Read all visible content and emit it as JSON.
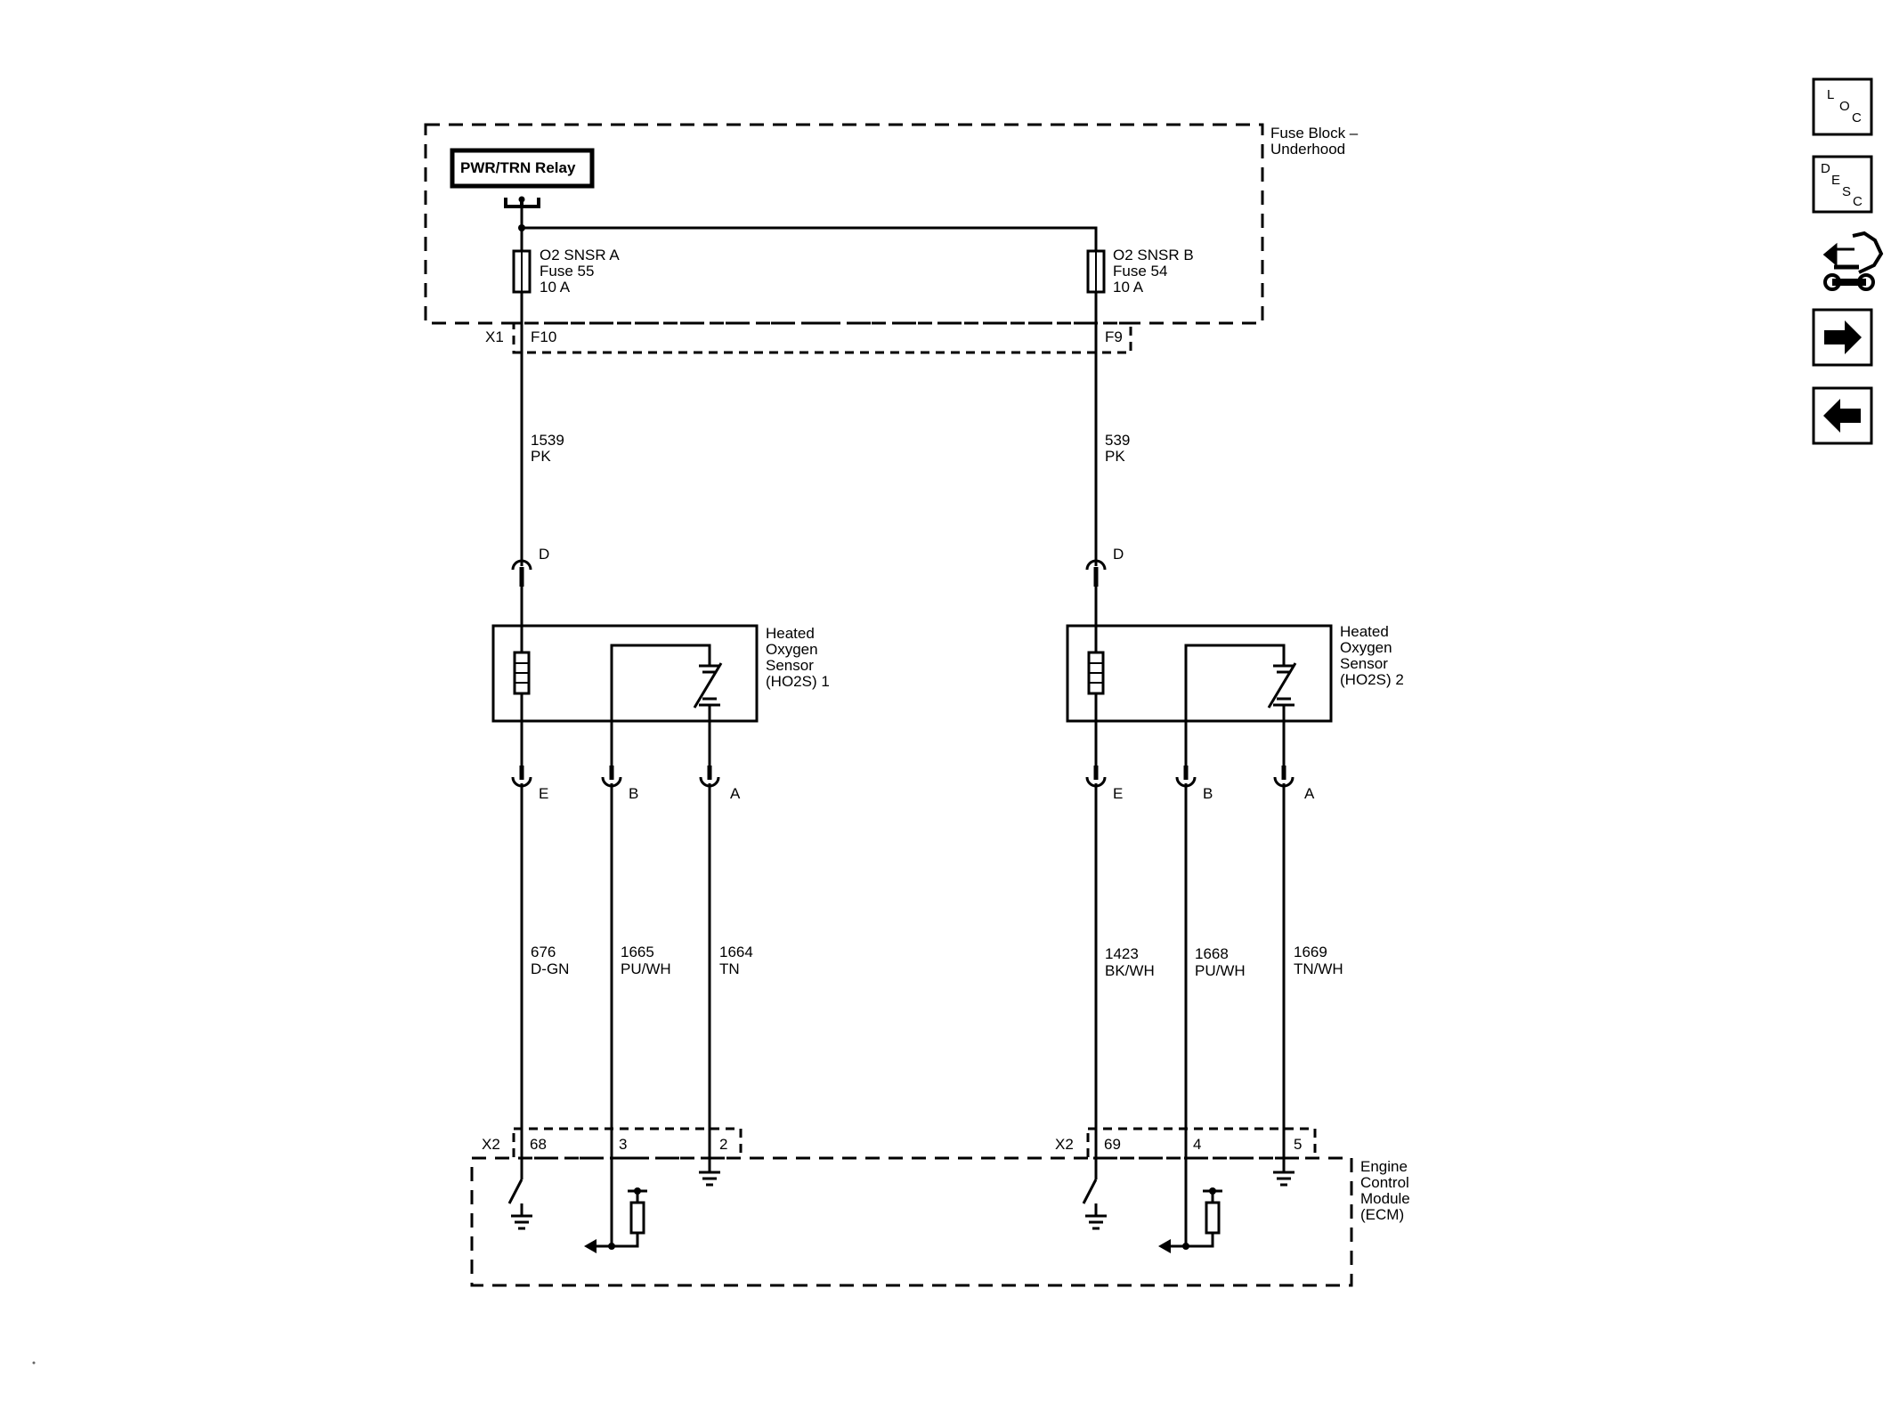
{
  "fuse_block": {
    "title_line1": "Fuse Block –",
    "title_line2": "Underhood",
    "relay_label": "PWR/TRN Relay",
    "connector_x1": "X1",
    "fuse_a": {
      "line1": "O2 SNSR A",
      "line2": "Fuse 55",
      "line3": "10 A",
      "terminal": "F10"
    },
    "fuse_b": {
      "line1": "O2 SNSR B",
      "line2": "Fuse 54",
      "line3": "10 A",
      "terminal": "F9"
    }
  },
  "feed_wires": {
    "a": {
      "circuit": "1539",
      "color": "PK"
    },
    "b": {
      "circuit": "539",
      "color": "PK"
    }
  },
  "sensor1": {
    "name_line1": "Heated",
    "name_line2": "Oxygen",
    "name_line3": "Sensor",
    "name_line4": "(HO2S) 1",
    "pin_d": "D",
    "pin_e": "E",
    "pin_b": "B",
    "pin_a": "A",
    "wires": [
      {
        "circuit": "676",
        "color": "D-GN"
      },
      {
        "circuit": "1665",
        "color": "PU/WH"
      },
      {
        "circuit": "1664",
        "color": "TN"
      }
    ]
  },
  "sensor2": {
    "name_line1": "Heated",
    "name_line2": "Oxygen",
    "name_line3": "Sensor",
    "name_line4": "(HO2S) 2",
    "pin_d": "D",
    "pin_e": "E",
    "pin_b": "B",
    "pin_a": "A",
    "wires": [
      {
        "circuit": "1423",
        "color": "BK/WH"
      },
      {
        "circuit": "1668",
        "color": "PU/WH"
      },
      {
        "circuit": "1669",
        "color": "TN/WH"
      }
    ]
  },
  "ecm": {
    "name_line1": "Engine",
    "name_line2": "Control",
    "name_line3": "Module",
    "name_line4": "(ECM)",
    "connector_left": "X2",
    "connector_right": "X2",
    "left_pins": [
      "68",
      "3",
      "2"
    ],
    "right_pins": [
      "69",
      "4",
      "5"
    ]
  },
  "nav_buttons": {
    "loc": [
      "L",
      "O",
      "C"
    ],
    "desc": [
      "D",
      "E",
      "S",
      "C"
    ]
  }
}
